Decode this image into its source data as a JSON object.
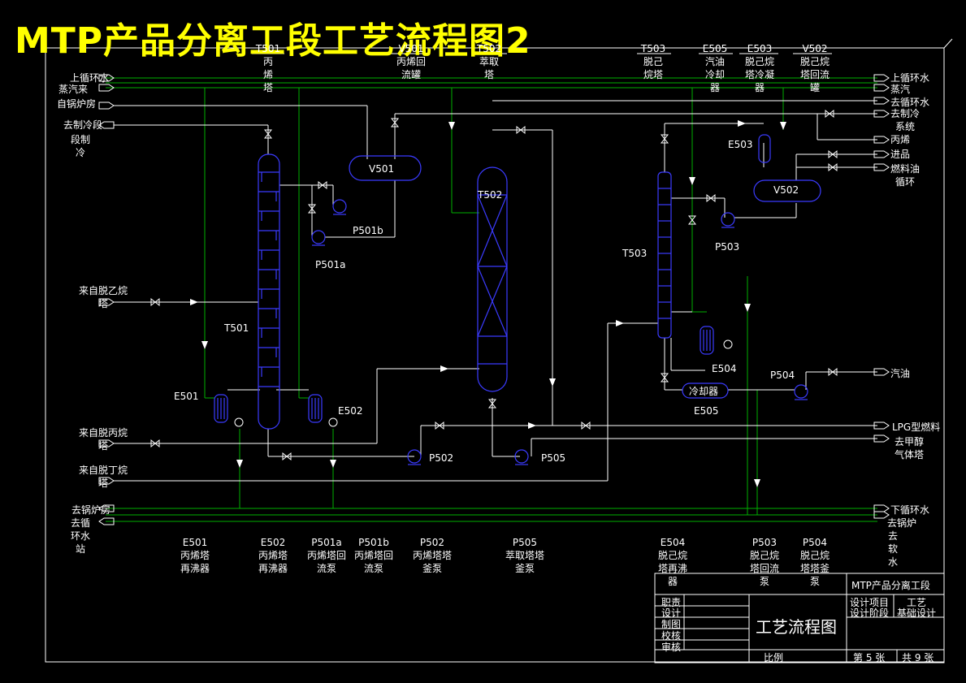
{
  "title": "MTP产品分离工段工艺流程图2",
  "colors": {
    "pipe": "#00b000",
    "vessel": "#3b3bff",
    "line": "#ffffff",
    "title": "#ffff00",
    "background": "#000000"
  },
  "top_equipment": [
    {
      "tag": "T501",
      "desc": "丙烯塔"
    },
    {
      "tag": "V501",
      "desc": "丙烯回流罐"
    },
    {
      "tag": "T502",
      "desc": "萃取塔"
    },
    {
      "tag": "T503",
      "desc": "脱己烷塔"
    },
    {
      "tag": "E505",
      "desc": "汽油冷却器"
    },
    {
      "tag": "E503",
      "desc": "脱己烷塔冷凝器"
    },
    {
      "tag": "V502",
      "desc": "脱己烷塔回流罐"
    }
  ],
  "bottom_equipment": [
    {
      "tag": "E501",
      "desc": "丙烯塔再沸器"
    },
    {
      "tag": "E502",
      "desc": "丙烯塔再沸器"
    },
    {
      "tag": "P501a",
      "desc": "丙烯塔回流泵"
    },
    {
      "tag": "P501b",
      "desc": "丙烯塔回流泵"
    },
    {
      "tag": "P502",
      "desc": "丙烯塔塔釜泵"
    },
    {
      "tag": "P505",
      "desc": "萃取塔塔釜泵"
    },
    {
      "tag": "E504",
      "desc": "脱己烷塔再沸器"
    },
    {
      "tag": "P503",
      "desc": "脱己烷塔回流泵"
    },
    {
      "tag": "P504",
      "desc": "脱己烷塔塔釜泵"
    }
  ],
  "left_streams": {
    "top1": "上循环水",
    "top2": "蒸汽来",
    "top3": "自锅炉房",
    "top4": "去制冷段",
    "top5": "段制冷",
    "feed1": "来自脱乙烷塔",
    "feed2": "来自脱丙烷塔",
    "feed3": "来自脱丁烷塔",
    "bottom1": "去锅炉房",
    "bottom2": "去循环水站"
  },
  "right_streams": {
    "r1": "上循环水",
    "r2": "蒸汽",
    "r3": "去循环水",
    "r4": "去制冷系统",
    "r5": "丙烯",
    "r6": "进品",
    "r7": "燃料油循环",
    "r8": "汽油",
    "r9": "LPG型燃料",
    "r10": "去甲醇气体塔",
    "r11": "下循环水",
    "r12": "去锅炉",
    "r13": "去软水"
  },
  "inline_labels": {
    "t501": "T501",
    "t502": "T502",
    "t503": "T503",
    "v501": "V501",
    "v502": "V502",
    "e501": "E501",
    "e502": "E502",
    "e503": "E503",
    "e504": "E504",
    "e505": "E505",
    "p501a": "P501a",
    "p501b": "P501b",
    "p502": "P502",
    "p503": "P503",
    "p504": "P504",
    "p505": "P505",
    "cooler": "冷却器"
  },
  "title_block": {
    "project": "MTP产品分离工段",
    "drawing_name": "工艺流程图",
    "design_item_label": "设计项目",
    "design_item_value": "工艺",
    "stage_label": "设计阶段",
    "stage_value": "基础设计",
    "roles": [
      "职责",
      "设计",
      "制图",
      "校核",
      "审核"
    ],
    "scale_label": "比例",
    "sheet": "第 5 张",
    "total": "共 9 张"
  }
}
